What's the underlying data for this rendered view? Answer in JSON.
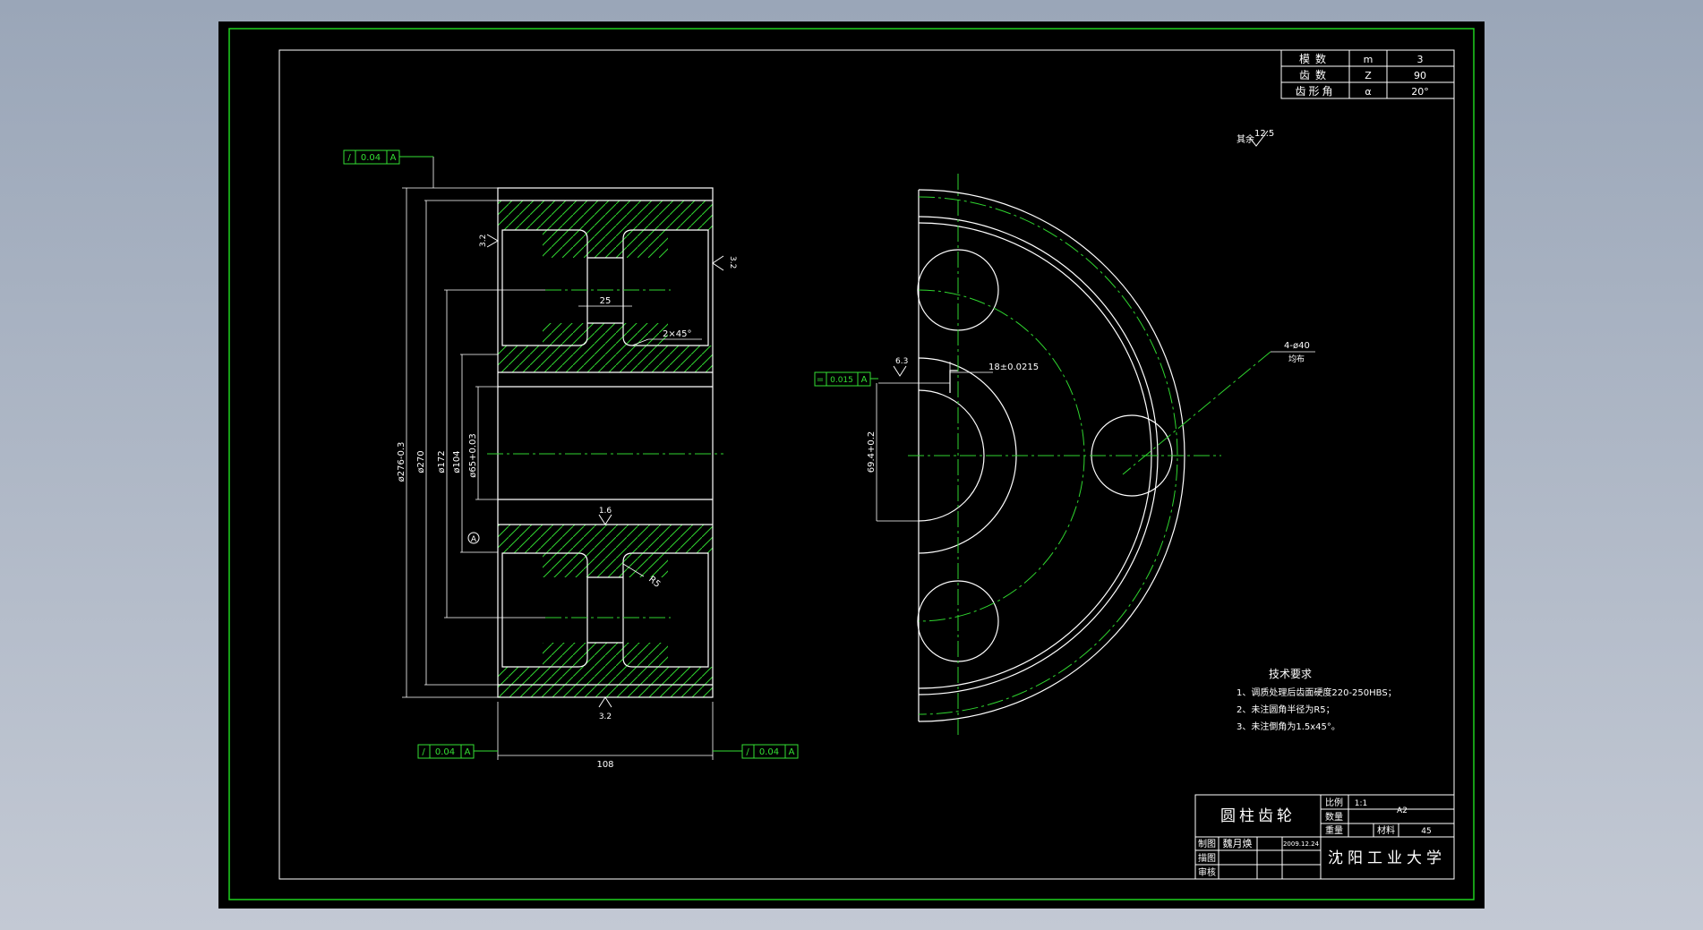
{
  "colors": {
    "frame": "#1fd11f",
    "line": "#ffffff",
    "hatch": "#2fd52f",
    "center": "#2fd52f",
    "text": "#ffffff",
    "green_text": "#33e033",
    "background": "#000000"
  },
  "params_table": {
    "rows": [
      {
        "label": "模数",
        "symbol": "m",
        "value": "3"
      },
      {
        "label": "齿数",
        "symbol": "Z",
        "value": "90"
      },
      {
        "label": "齿形角",
        "symbol": "α",
        "value": "20°"
      }
    ]
  },
  "roughness_note": {
    "label": "其余",
    "value": "12.5"
  },
  "tolerance_frames": {
    "top_left": {
      "symbol": "/",
      "value": "0.04",
      "datum": "A"
    },
    "bottom_left": {
      "symbol": "/",
      "value": "0.04",
      "datum": "A"
    },
    "bottom_right": {
      "symbol": "/",
      "value": "0.04",
      "datum": "A"
    },
    "keyway": {
      "symbol": "=",
      "value": "0.015",
      "datum": "A"
    }
  },
  "dimensions": {
    "web_width": "25",
    "chamfer": "2×45°",
    "dia_outer": "ø276-0.3",
    "dia_root": "ø270",
    "dia_hub_outer": "ø172",
    "dia_hub": "ø104",
    "dia_bore": "ø65+0.03",
    "width": "108",
    "keyway_width": "18±0.0215",
    "keyway_depth": "69.4+0.2",
    "holes": "4-ø40",
    "holes_note": "均布",
    "fillet": "R5",
    "datum": "A"
  },
  "roughness_marks": {
    "r1": "3.2",
    "r2": "3.2",
    "r3": "1.6",
    "r4": "3.2",
    "r5": "6.3"
  },
  "tech_requirements": {
    "title": "技术要求",
    "items": [
      "1、调质处理后齿面硬度220-250HBS；",
      "2、未注圆角半径为R5；",
      "3、未注倒角为1.5x45°。"
    ]
  },
  "title_block": {
    "part_name": "圆柱齿轮",
    "scale_label": "比例",
    "scale_value": "1:1",
    "count_label": "数量",
    "weight_label": "重量",
    "drawing_no": "A2",
    "material_label": "材料",
    "material_value": "45",
    "drawn_label": "制图",
    "drawer_name": "魏月焕",
    "date": "2009.12.24",
    "drafted_label": "描图",
    "checked_label": "审核",
    "school": "沈阳工业大学"
  }
}
